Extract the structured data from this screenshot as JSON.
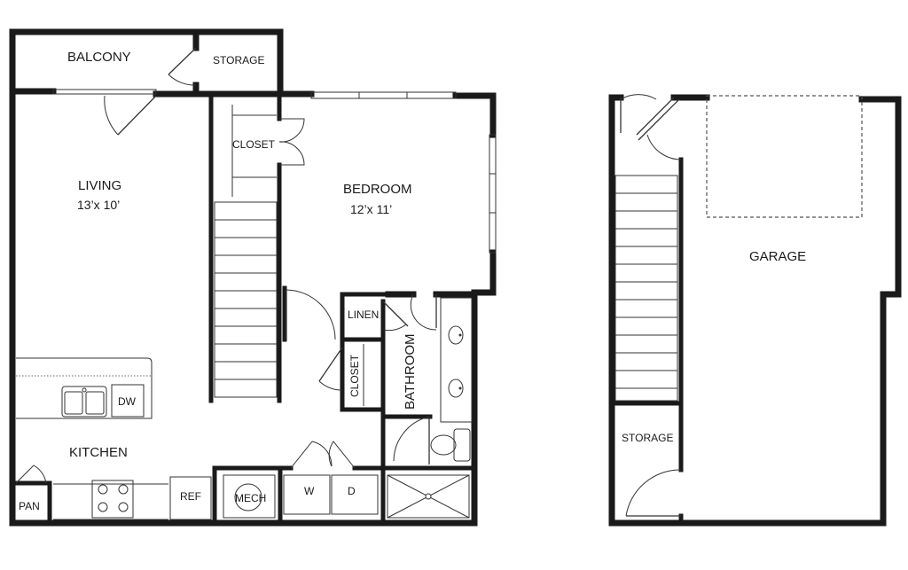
{
  "rooms": {
    "balcony": "BALCONY",
    "storage_top": "STORAGE",
    "living": "LIVING",
    "living_dim": "13’x 10’",
    "closet_top": "CLOSET",
    "bedroom": "BEDROOM",
    "bedroom_dim": "12’x 11’",
    "linen": "LINEN",
    "closet_bottom": "CLOSET",
    "bathroom": "BATHROOM",
    "dishwasher": "DW",
    "kitchen": "KITCHEN",
    "pantry": "PAN",
    "refrigerator": "REF",
    "mech": "MECH",
    "washer": "W",
    "dryer": "D",
    "garage": "GARAGE",
    "storage_garage": "STORAGE"
  }
}
